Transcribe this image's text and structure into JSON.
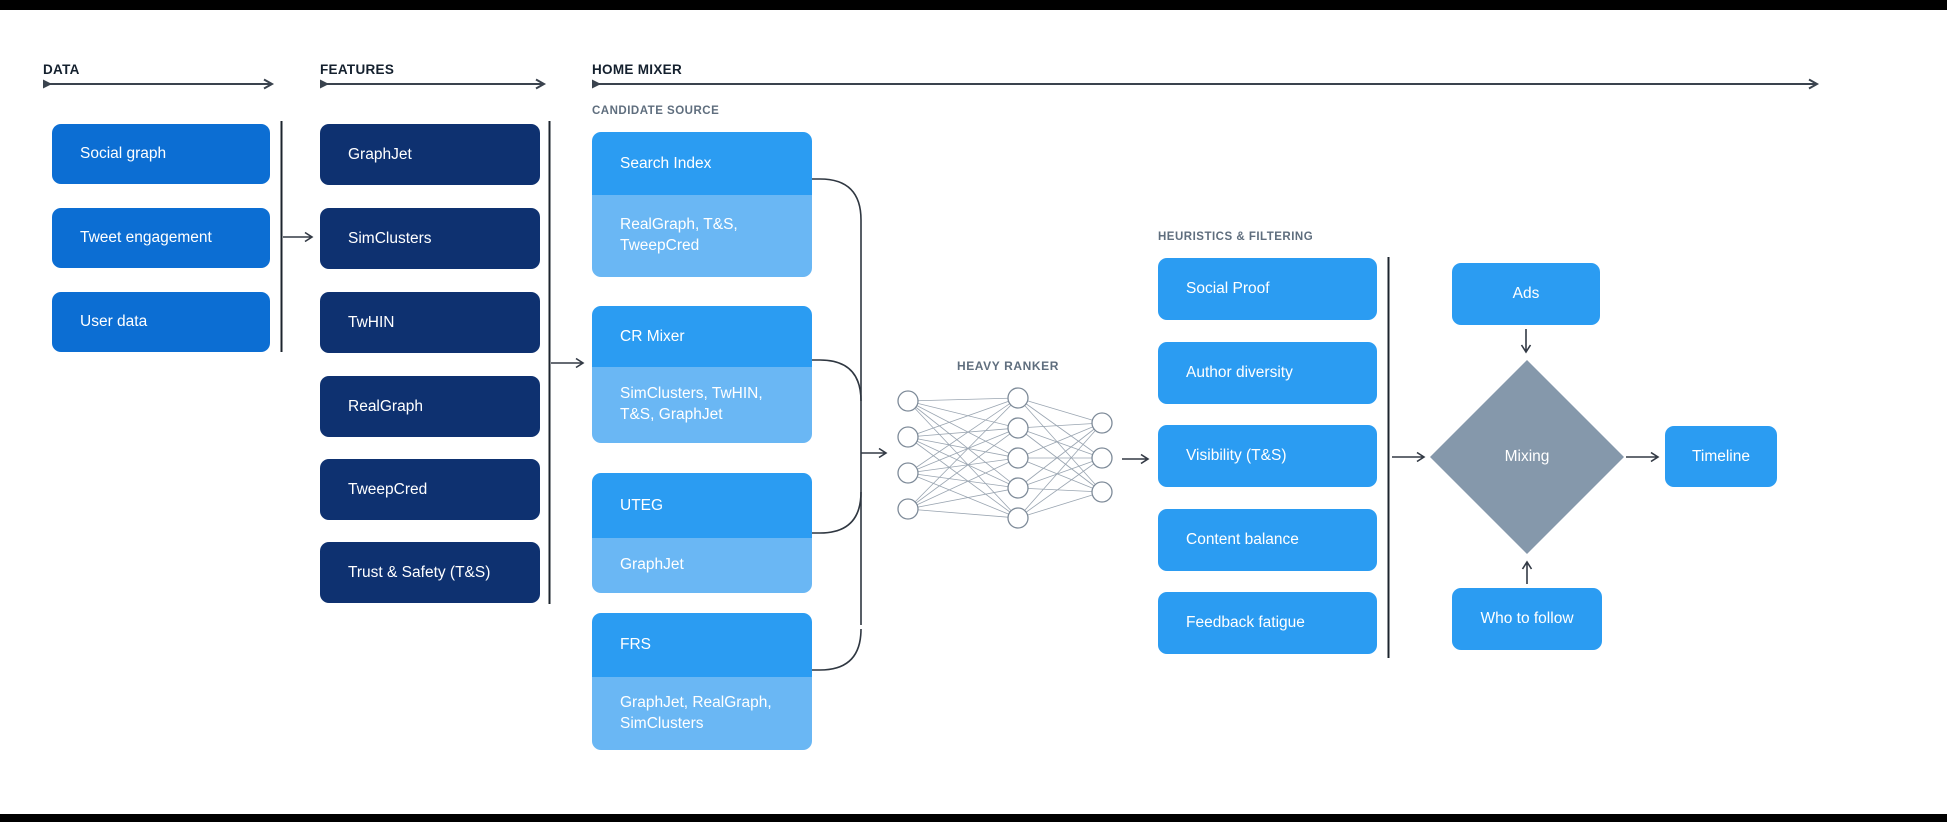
{
  "colors": {
    "data_box": "#0c6ed3",
    "feature_box": "#0e3170",
    "bright_blue": "#2b9cf2",
    "light_blue": "#6ab7f4",
    "diamond": "#8598ab",
    "header_text": "#14202e",
    "subheader_text": "#5f6e7e"
  },
  "sections": {
    "data": {
      "label": "DATA",
      "items": [
        "Social graph",
        "Tweet engagement",
        "User data"
      ]
    },
    "features": {
      "label": "FEATURES",
      "items": [
        "GraphJet",
        "SimClusters",
        "TwHIN",
        "RealGraph",
        "TweepCred",
        "Trust & Safety (T&S)"
      ]
    },
    "home_mixer": {
      "label": "HOME MIXER",
      "candidate_source": {
        "label": "CANDIDATE SOURCE",
        "cards": [
          {
            "title": "Search Index",
            "features": "RealGraph, T&S, TweepCred"
          },
          {
            "title": "CR Mixer",
            "features": "SimClusters, TwHIN, T&S, GraphJet"
          },
          {
            "title": "UTEG",
            "features": "GraphJet"
          },
          {
            "title": "FRS",
            "features": "GraphJet, RealGraph, SimClusters"
          }
        ]
      },
      "heavy_ranker_label": "HEAVY RANKER",
      "heuristics": {
        "label": "HEURISTICS & FILTERING",
        "items": [
          "Social Proof",
          "Author diversity",
          "Visibility (T&S)",
          "Content balance",
          "Feedback fatigue"
        ]
      },
      "output_stage": {
        "ads": "Ads",
        "mixing": "Mixing",
        "who_to_follow": "Who to follow",
        "timeline": "Timeline"
      }
    }
  }
}
